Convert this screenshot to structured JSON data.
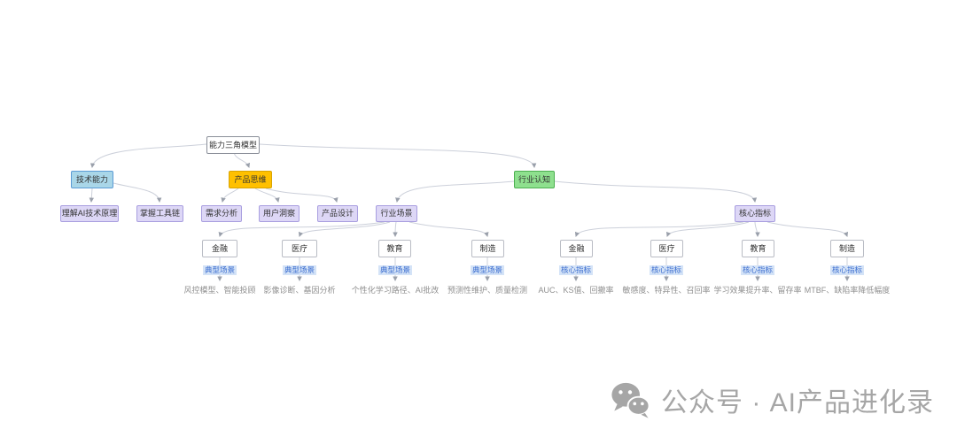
{
  "diagram": {
    "root": {
      "label": "能力三角模型"
    },
    "level1": [
      {
        "label": "技术能力",
        "fill": "#a9d6e8",
        "border": "#5b9bd5"
      },
      {
        "label": "产品思维",
        "fill": "#ffc000",
        "border": "#d9a400"
      },
      {
        "label": "行业认知",
        "fill": "#8ee08e",
        "border": "#4caf50"
      }
    ],
    "level2": [
      {
        "label": "理解AI技术原理"
      },
      {
        "label": "掌握工具链"
      },
      {
        "label": "需求分析"
      },
      {
        "label": "用户洞察"
      },
      {
        "label": "产品设计"
      },
      {
        "label": "行业场景"
      },
      {
        "label": "核心指标"
      }
    ],
    "scene_group": {
      "edge_label": "典型场景",
      "items": [
        {
          "label": "金融",
          "detail": "风控模型、智能投顾"
        },
        {
          "label": "医疗",
          "detail": "影像诊断、基因分析"
        },
        {
          "label": "教育",
          "detail": "个性化学习路径、AI批改"
        },
        {
          "label": "制造",
          "detail": "预测性维护、质量检测"
        }
      ]
    },
    "metric_group": {
      "edge_label": "核心指标",
      "items": [
        {
          "label": "金融",
          "detail": "AUC、KS值、回撤率"
        },
        {
          "label": "医疗",
          "detail": "敏感度、特异性、召回率"
        },
        {
          "label": "教育",
          "detail": "学习效果提升率、留存率"
        },
        {
          "label": "制造",
          "detail": "MTBF、缺陷率降低幅度"
        }
      ]
    },
    "style": {
      "node_purple_fill": "#ddd7f6",
      "node_purple_border": "#a99fe0",
      "edge_color": "#ccd0da",
      "edge_label_color": "#3e6fd0",
      "edge_label_bg": "#d4e3f7",
      "detail_text_color": "#8f8f8f"
    }
  },
  "watermark": {
    "icon": "wechat-icon",
    "brand": "公众号 · AI产品进化录",
    "color": "#a6a6a6"
  }
}
